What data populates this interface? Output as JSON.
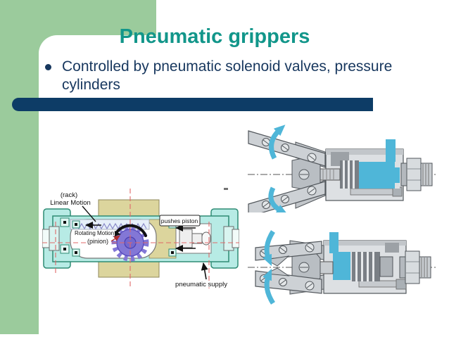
{
  "slide": {
    "title": "Pneumatic grippers",
    "bullet": {
      "marker": "•",
      "lines": [
        "Controlled by pneumatic solenoid valves, pressure",
        "cylinders"
      ],
      "text": "Controlled by pneumatic solenoid valves, pressure cylinders"
    }
  },
  "colors": {
    "accent_green": "#9BCB9C",
    "title_teal": "#12968A",
    "text_navy": "#17375E",
    "bar_navy": "#0D3C66",
    "highlight_cyan": "#4FB6D8",
    "diagram_body_cyan": "#B7EBE5",
    "diagram_tan": "#DCD59D",
    "gear_purple": "#8377D6",
    "centerline_red": "#E06868"
  },
  "diagram": {
    "labels": {
      "rack": "(rack)",
      "linear_motion": "Linear Motion",
      "rotating_motion": "Rotating Motion",
      "pinion": "(pinion)",
      "pushes_piston": "pushes piston",
      "pneumatic_supply": "pneumatic supply"
    }
  }
}
